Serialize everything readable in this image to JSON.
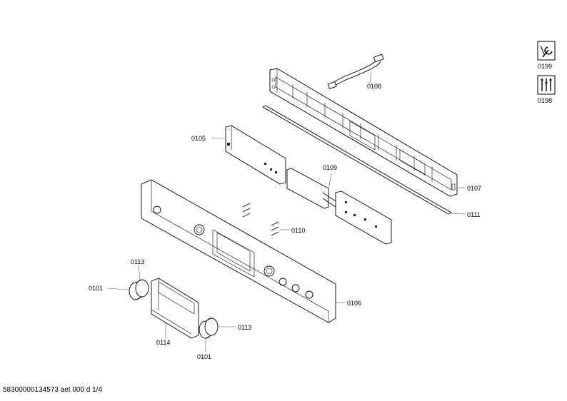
{
  "labels": {
    "p0108": "0108",
    "p0105": "0105",
    "p0109": "0109",
    "p0107": "0107",
    "p0111": "0111",
    "p0110": "0110",
    "p0113a": "0113",
    "p0101a": "0101",
    "p0106": "0106",
    "p0114": "0114",
    "p0113b": "0113",
    "p0101b": "0101",
    "p0199": "0199",
    "p0198": "0198"
  },
  "footer": "58300000134573 aet 000 d 1/4",
  "icons": {
    "tool_set_a": "wrench-icon",
    "tool_set_b": "screwdriver-icon"
  }
}
